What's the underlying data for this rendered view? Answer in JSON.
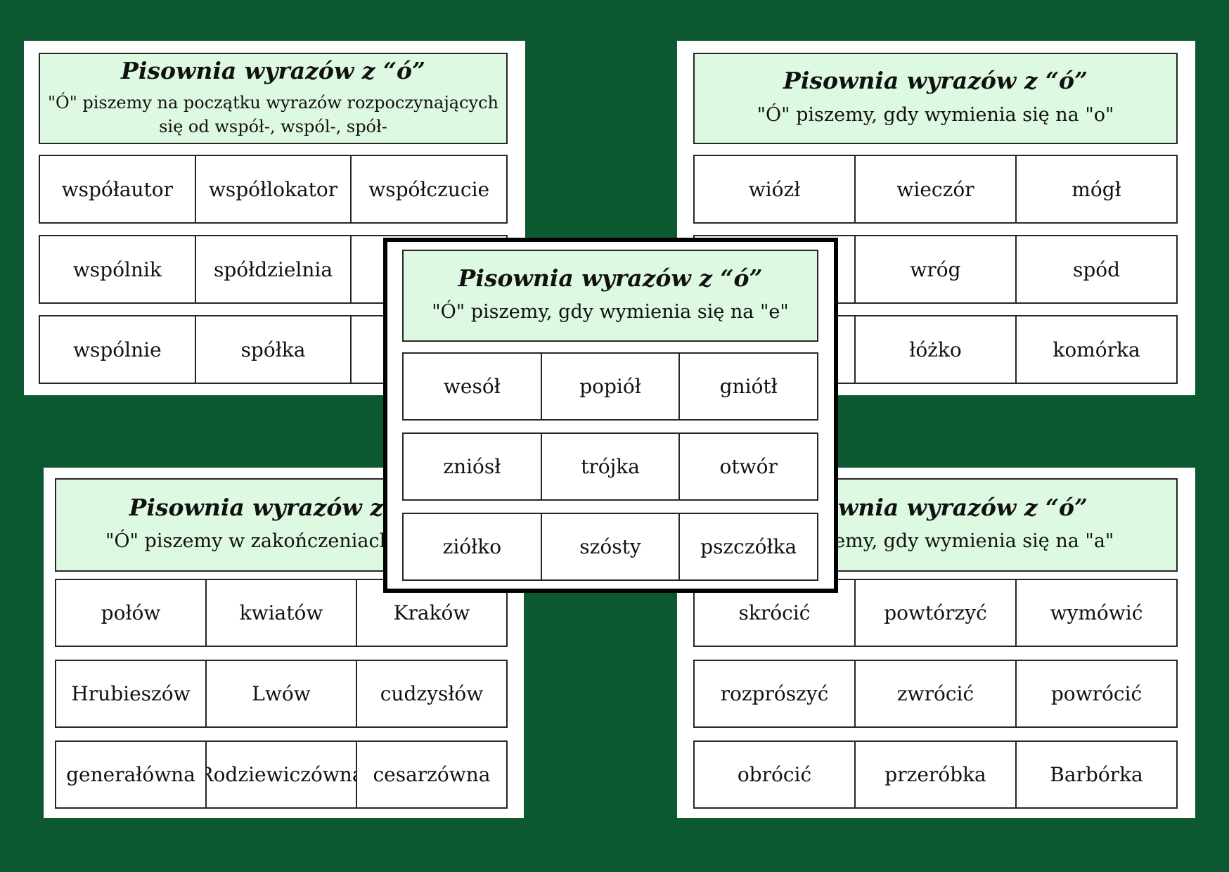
{
  "theme": {
    "background": "#0B5831",
    "card": "#FFFFFF",
    "header": "#DEF9E1",
    "line": "#262626",
    "text": "#111111",
    "frame": "#000000"
  },
  "cards": [
    {
      "id": "top-left",
      "title": "Pisownia wyrazów z “ó”",
      "rule": "\"Ó\" piszemy na początku wyrazów rozpoczynających się od współ-, wspól-, spół-",
      "rows": [
        [
          "współautor",
          "współlokator",
          "współczucie"
        ],
        [
          "wspólnik",
          "spółdzielnia",
          ""
        ],
        [
          "wspólnie",
          "spółka",
          ""
        ]
      ]
    },
    {
      "id": "top-right",
      "title": "Pisownia wyrazów z “ó”",
      "rule": "\"Ó\" piszemy, gdy wymienia się na \"o\"",
      "rows": [
        [
          "wiózł",
          "wieczór",
          "mógł"
        ],
        [
          "",
          "wróg",
          "spód"
        ],
        [
          "",
          "łóżko",
          "komórka"
        ]
      ]
    },
    {
      "id": "center",
      "title": "Pisownia wyrazów z “ó”",
      "rule": "\"Ó\" piszemy, gdy wymienia się na \"e\"",
      "rows": [
        [
          "wesół",
          "popiół",
          "gniótł"
        ],
        [
          "zniósł",
          "trójka",
          "otwór"
        ],
        [
          "ziółko",
          "szósty",
          "pszczółka"
        ]
      ]
    },
    {
      "id": "bottom-left",
      "title": "Pisownia wyrazów z “ó”",
      "rule": "\"Ó\" piszemy w zakończeniach -ów,",
      "rows": [
        [
          "połów",
          "kwiatów",
          "Kraków"
        ],
        [
          "Hrubieszów",
          "Lwów",
          "cudzysłów"
        ],
        [
          "generałówna",
          "Rodziewiczówna",
          "cesarzówna"
        ]
      ]
    },
    {
      "id": "bottom-right",
      "title": "Pisownia wyrazów z “ó”",
      "rule": "\"Ó\" piszemy, gdy wymienia się na \"a\"",
      "rows": [
        [
          "skrócić",
          "powtórzyć",
          "wymówić"
        ],
        [
          "rozprószyć",
          "zwrócić",
          "powrócić"
        ],
        [
          "obrócić",
          "przeróbka",
          "Barbórka"
        ]
      ]
    }
  ]
}
